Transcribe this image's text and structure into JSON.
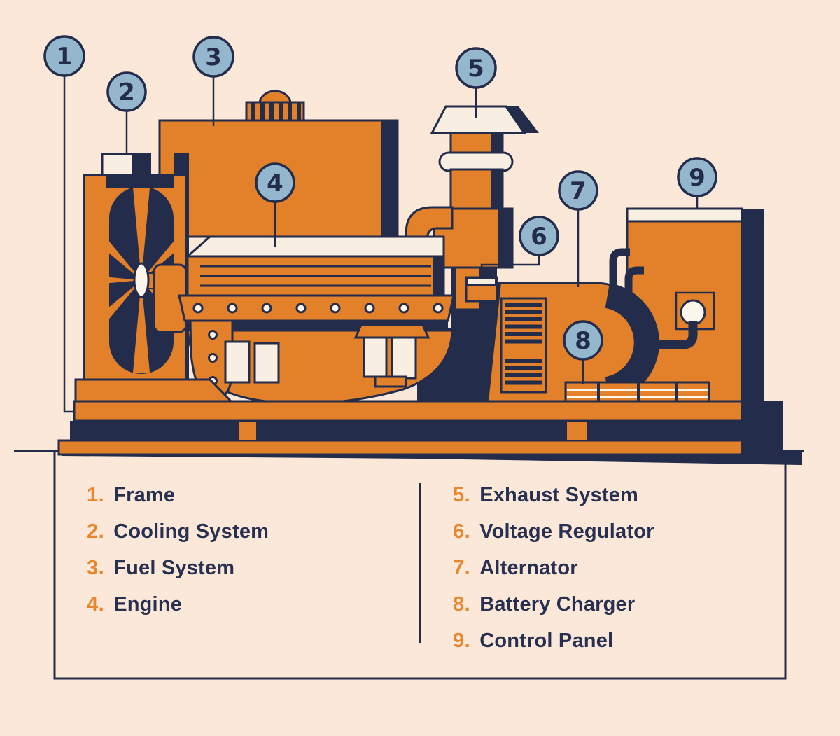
{
  "palette": {
    "bg": "#FBE8D8",
    "orange": "#E2812A",
    "navy": "#232C4B",
    "cream": "#F8EEE1",
    "white": "#FDF6EC",
    "badge_blue": "#95B7CD",
    "legend_text": "#273050",
    "legend_number": "#E8862D"
  },
  "diagram": {
    "badges": [
      {
        "number": "1"
      },
      {
        "number": "2"
      },
      {
        "number": "3"
      },
      {
        "number": "4"
      },
      {
        "number": "5"
      },
      {
        "number": "6"
      },
      {
        "number": "7"
      },
      {
        "number": "8"
      },
      {
        "number": "9"
      }
    ]
  },
  "legend": {
    "left": [
      {
        "num": "1.",
        "label": "Frame"
      },
      {
        "num": "2.",
        "label": "Cooling System"
      },
      {
        "num": "3.",
        "label": "Fuel System"
      },
      {
        "num": "4.",
        "label": "Engine"
      }
    ],
    "right": [
      {
        "num": "5.",
        "label": "Exhaust System"
      },
      {
        "num": "6.",
        "label": "Voltage Regulator"
      },
      {
        "num": "7.",
        "label": "Alternator"
      },
      {
        "num": "8.",
        "label": "Battery Charger"
      },
      {
        "num": "9.",
        "label": "Control Panel"
      }
    ]
  }
}
